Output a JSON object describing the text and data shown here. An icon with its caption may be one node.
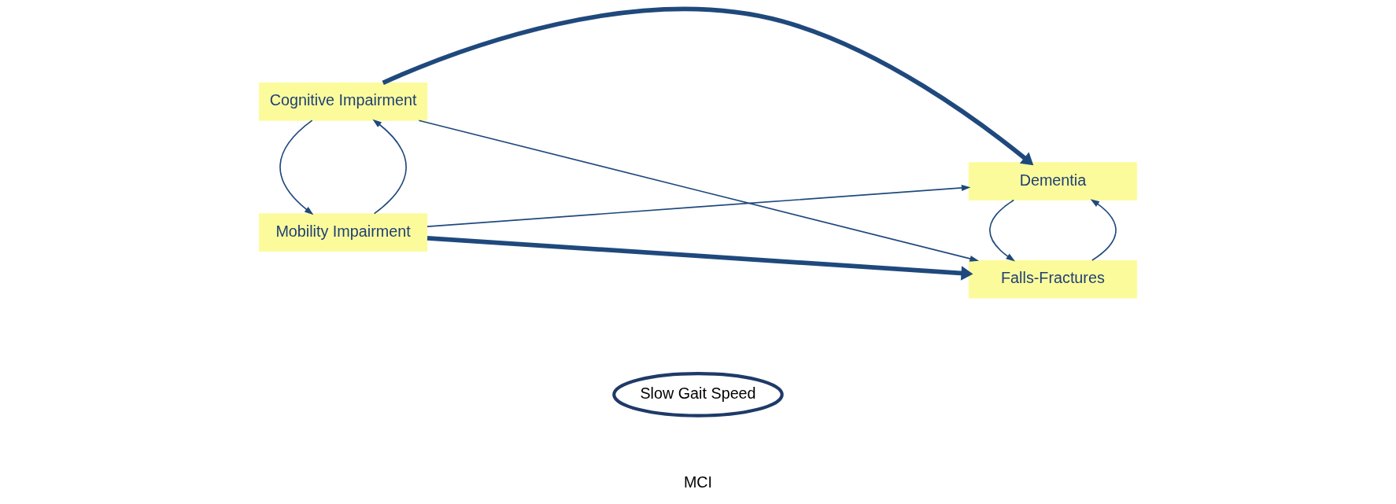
{
  "diagram": {
    "nodes": [
      {
        "text": [
          "Slow Gait Speed"
        ]
      },
      {
        "text": [
          "Mobility Impairment"
        ]
      },
      {
        "text": [
          "Falls-Fractures"
        ]
      },
      {
        "text": [
          "Cognitive Impairment"
        ]
      },
      {
        "text": [
          "Dementia"
        ]
      }
    ],
    "edges": [
      {
        "from": 1,
        "to": 2,
        "arrow": "to",
        "style": "thick"
      },
      {
        "from": 1,
        "to": 4,
        "arrow": "to"
      },
      {
        "from": 3,
        "to": 2,
        "arrow": "to"
      },
      {
        "from": 3,
        "to": 4,
        "arrow": "to",
        "style": "thick"
      },
      {
        "from": 1,
        "to": 3,
        "arrow": "to"
      },
      {
        "from": 3,
        "to": 1,
        "arrow": "to"
      },
      {
        "from": 2,
        "to": 4,
        "arrow": "to"
      },
      {
        "from": 4,
        "to": 2,
        "arrow": "to"
      }
    ],
    "labels": [
      "MCI"
    ]
  }
}
